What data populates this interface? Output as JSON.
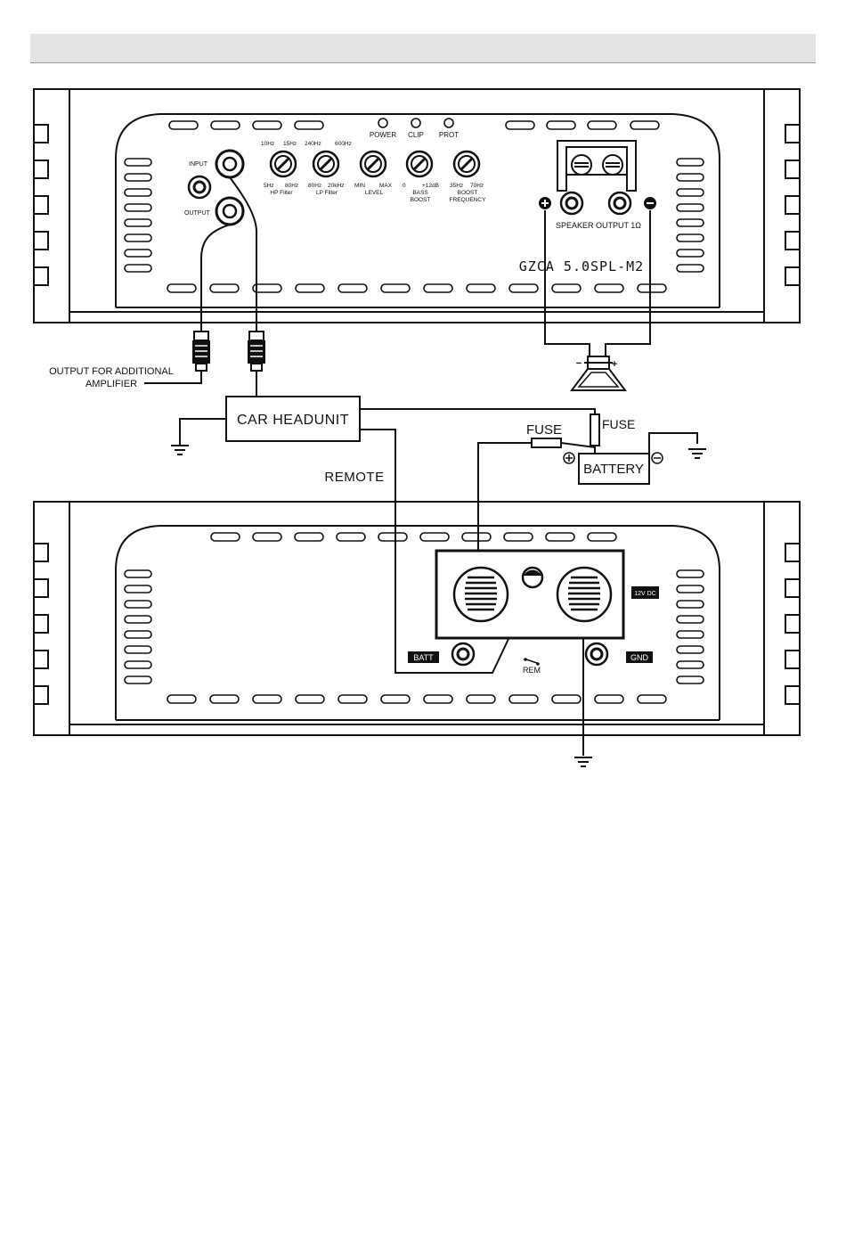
{
  "amp_front": {
    "leds": [
      "POWER",
      "CLIP",
      "PROT"
    ],
    "input_label": "INPUT",
    "output_label": "OUTPUT",
    "knobs": [
      {
        "top_left": "10Hz",
        "top_right": "15Hz",
        "bottom_left": "5Hz",
        "bottom_right": "80Hz",
        "name": "HP Filter",
        "name2": ""
      },
      {
        "top_left": "240Hz",
        "top_right": "600Hz",
        "bottom_left": "80Hz",
        "bottom_right": "20kHz",
        "name": "LP Filter",
        "name2": ""
      },
      {
        "top_left": "",
        "top_right": "",
        "bottom_left": "MIN",
        "bottom_right": "MAX",
        "name": "LEVEL",
        "name2": ""
      },
      {
        "top_left": "",
        "top_right": "",
        "bottom_left": "0",
        "bottom_right": "+12dB",
        "name": "BASS",
        "name2": "BOOST"
      },
      {
        "top_left": "",
        "top_right": "",
        "bottom_left": "35Hz",
        "bottom_right": "70Hz",
        "name": "BOOST",
        "name2": "FREQUENCY"
      }
    ],
    "speaker_output_label": "SPEAKER OUTPUT 1Ω",
    "model": "GZCA 5.0SPL-M2"
  },
  "wiring": {
    "output_additional_line1": "OUTPUT FOR ADDITIONAL",
    "output_additional_line2": "AMPLIFIER",
    "headunit": "CAR HEADUNIT",
    "remote": "REMOTE",
    "fuse_left": "FUSE",
    "fuse_right": "FUSE",
    "battery": "BATTERY",
    "plus": "+",
    "minus": "−"
  },
  "amp_rear": {
    "batt": "BATT",
    "rem": "REM",
    "gnd": "GND",
    "dc": "12V DC"
  }
}
